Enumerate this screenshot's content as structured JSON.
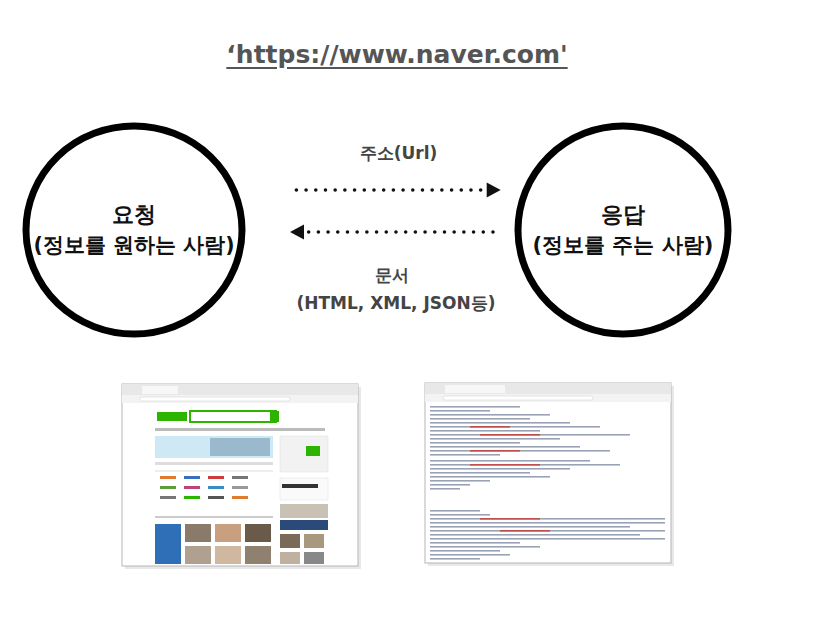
{
  "diagram": {
    "title": "‘https://www.naver.com'",
    "nodes": [
      {
        "text": [
          "요청",
          "(정보를 원하는 사람)"
        ]
      },
      {
        "text": [
          "응답",
          "(정보를 주는 사람)"
        ]
      }
    ],
    "edges": [
      {
        "from": 0,
        "to": 1,
        "label": "주소(Url)",
        "arrow": "to"
      },
      {
        "from": 1,
        "to": 0,
        "label": "문서",
        "arrow": "to"
      }
    ],
    "labels": [
      "(HTML, XML, JSON등)"
    ]
  }
}
